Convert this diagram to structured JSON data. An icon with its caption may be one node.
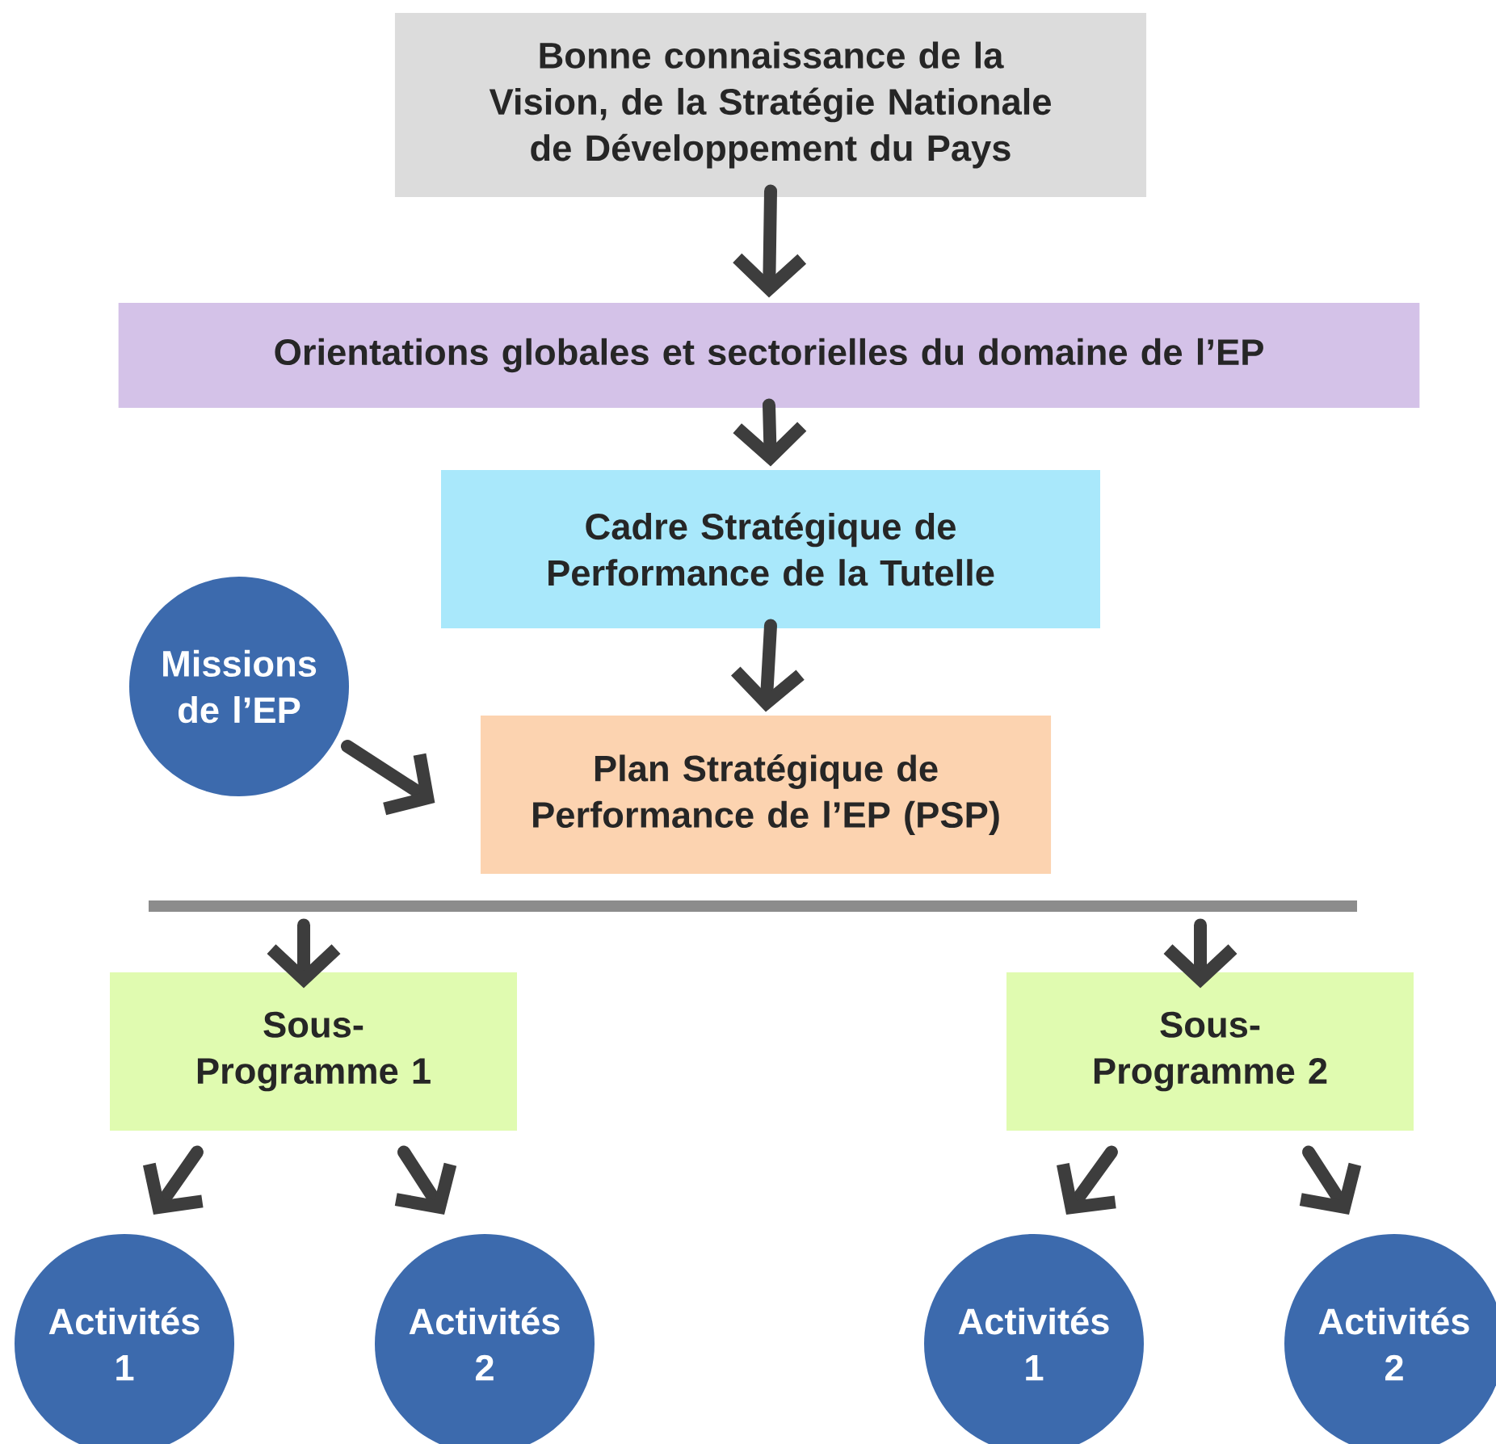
{
  "diagram": {
    "nodes": [
      {
        "text": [
          "Bonne connaissance de la Vision, de la Stratégie Nationale de Développement du Pays"
        ]
      },
      {
        "text": [
          "Orientations globales et sectorielles du domaine de l’EP"
        ]
      },
      {
        "text": [
          "Cadre Stratégique de Performance de la Tutelle"
        ]
      },
      {
        "text": [
          "Missions de l’EP"
        ]
      },
      {
        "text": [
          "Plan Stratégique de Performance de l’EP (PSP)"
        ]
      },
      {
        "text": [],
        "shape": "bar"
      },
      {
        "text": [
          "Sous-Programme 1"
        ]
      },
      {
        "text": [
          "Sous-Programme 2"
        ]
      },
      {
        "text": [
          "Activités 1"
        ]
      },
      {
        "text": [
          "Activités 2"
        ]
      },
      {
        "text": [
          "Activités 1"
        ]
      },
      {
        "text": [
          "Activités 2"
        ]
      }
    ],
    "edges": [
      {
        "from": 0,
        "to": 1,
        "arrow": "to"
      },
      {
        "from": 1,
        "to": 2,
        "arrow": "to"
      },
      {
        "from": 2,
        "to": 4,
        "arrow": "to"
      },
      {
        "from": 3,
        "to": 4,
        "arrow": "to"
      },
      {
        "from": 5,
        "to": 6,
        "arrow": "to"
      },
      {
        "from": 5,
        "to": 7,
        "arrow": "to"
      },
      {
        "from": 6,
        "to": 8,
        "arrow": "to"
      },
      {
        "from": 6,
        "to": 9,
        "arrow": "to"
      },
      {
        "from": 7,
        "to": 10,
        "arrow": "to"
      },
      {
        "from": 7,
        "to": 11,
        "arrow": "to"
      }
    ]
  }
}
